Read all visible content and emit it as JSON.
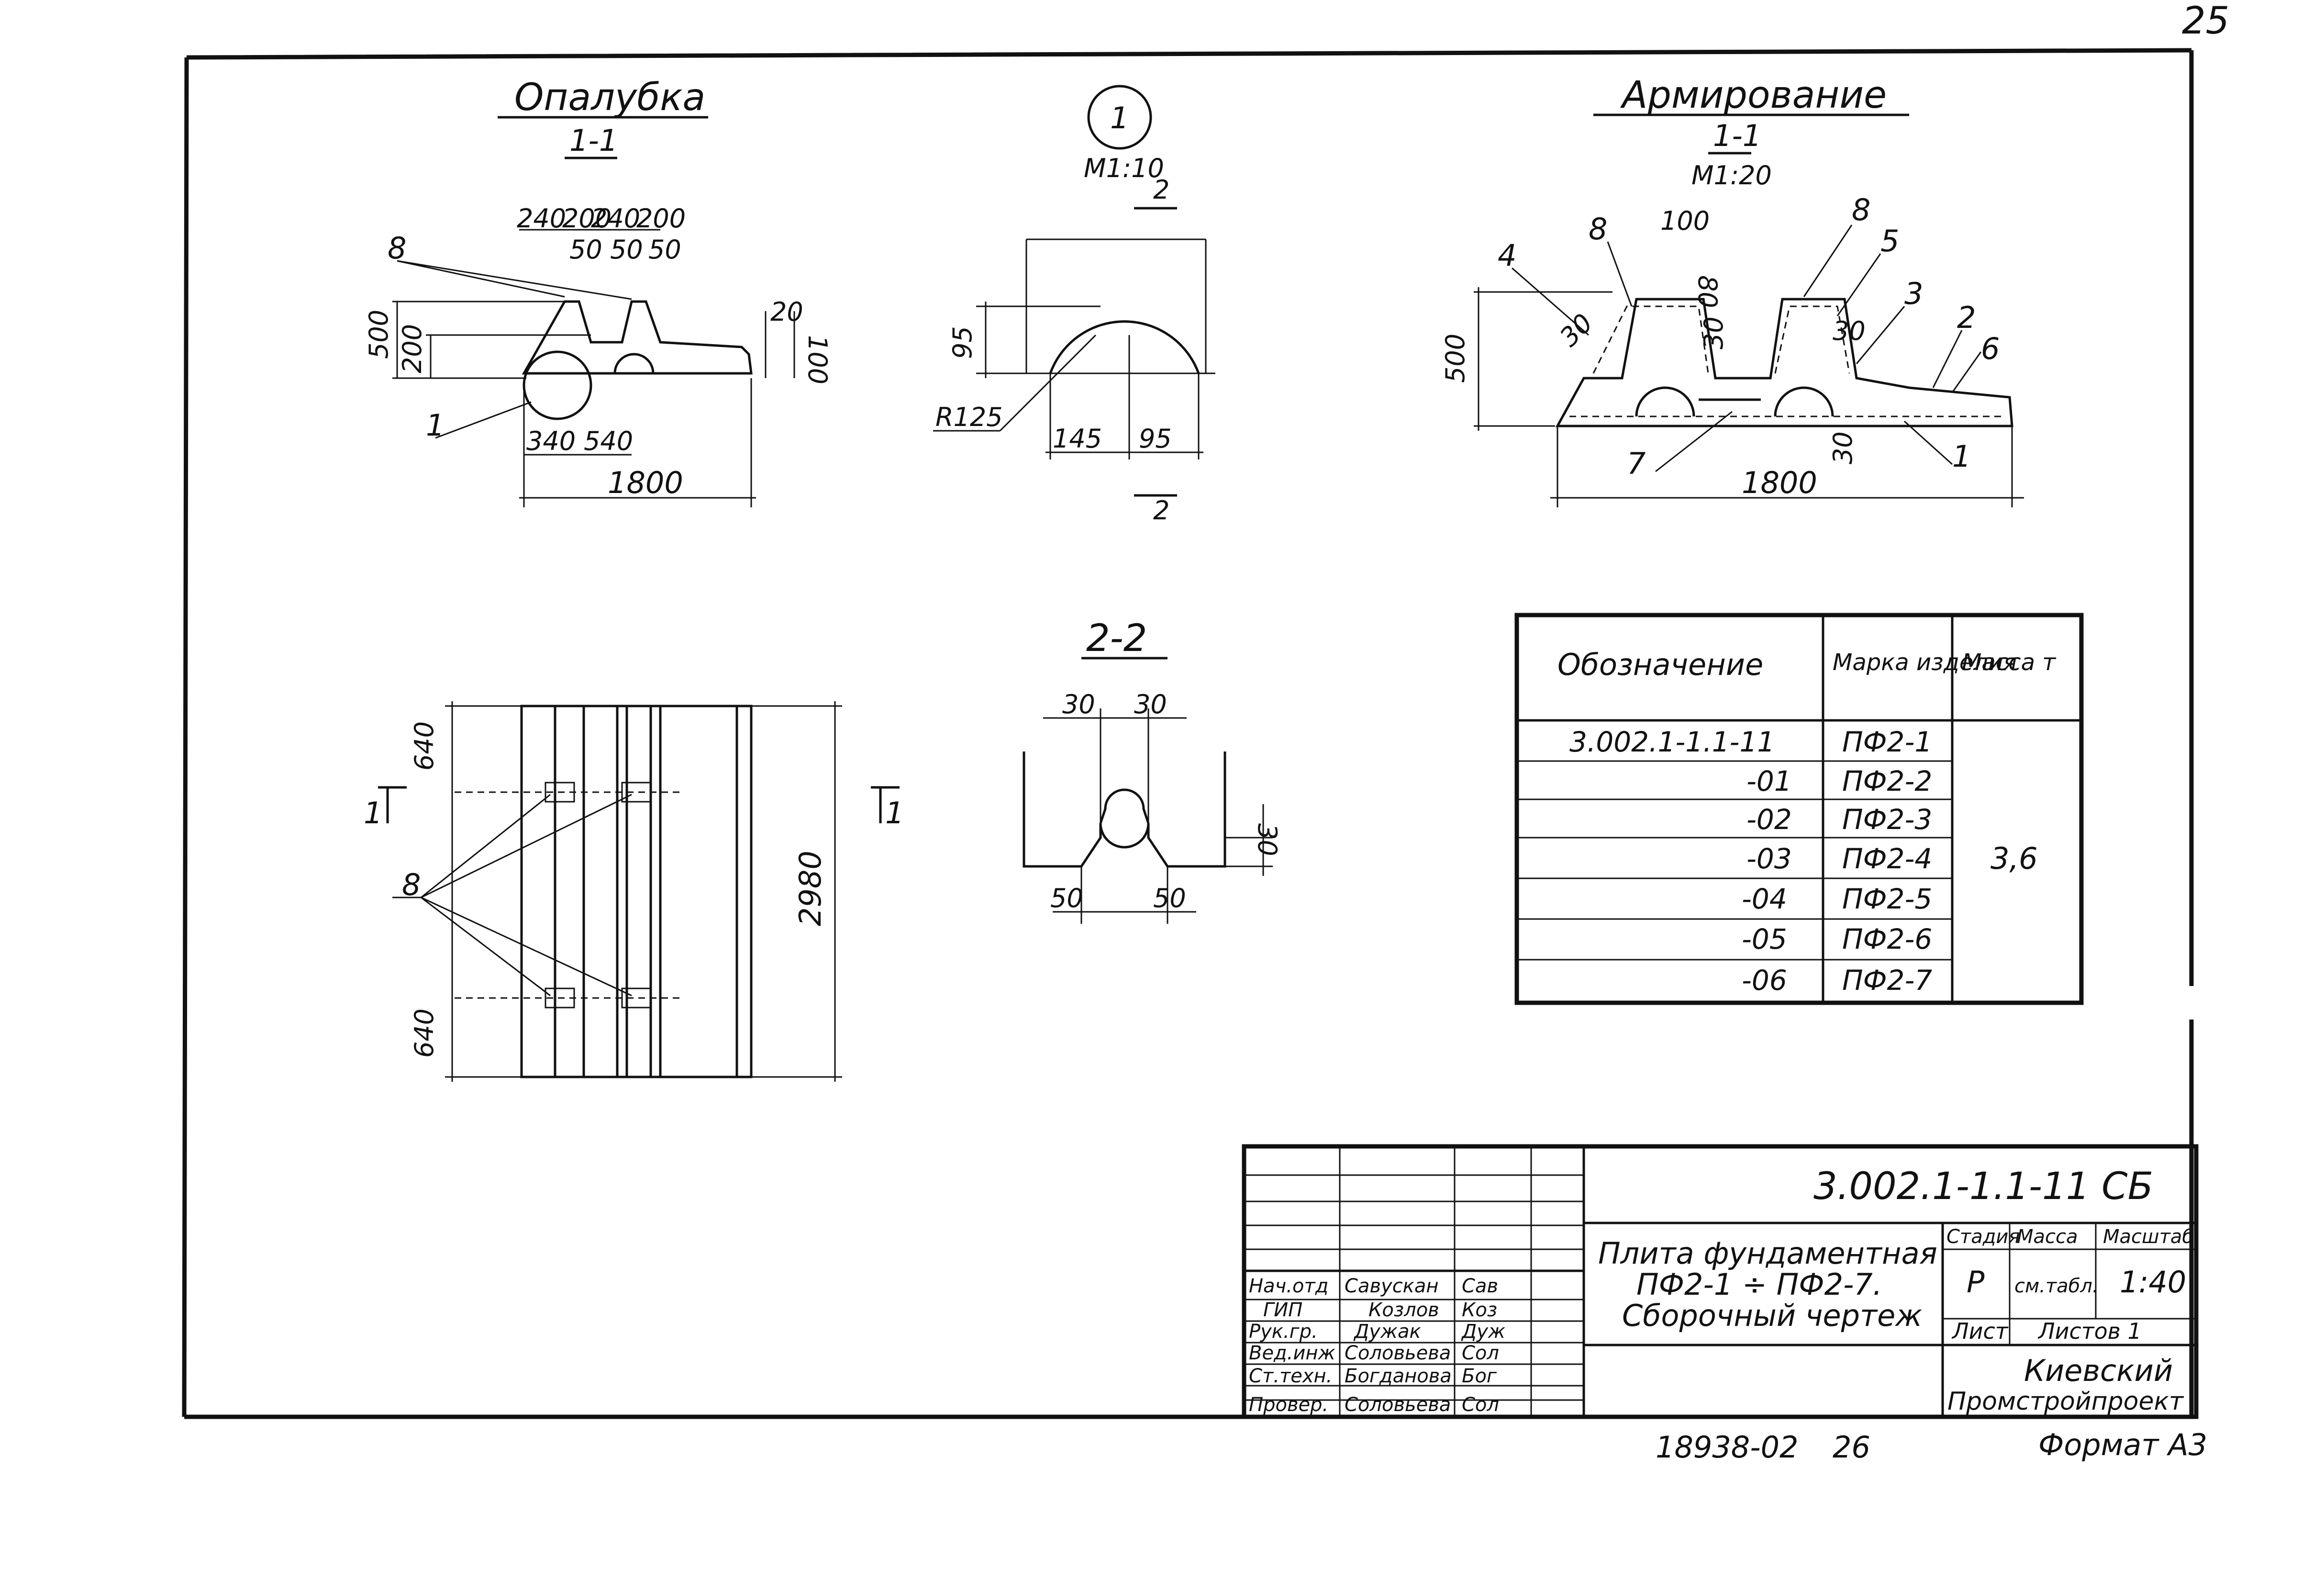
{
  "page_number": "25",
  "section_formwork": {
    "title": "Опалубка",
    "section": "1-1",
    "dims_top": [
      "240",
      "200",
      "240",
      "200"
    ],
    "dims_top2": [
      "50",
      "50",
      "50"
    ],
    "dims_left": [
      "500",
      "200"
    ],
    "dims_right": [
      "20",
      "100"
    ],
    "dims_bottom": [
      "340",
      "540"
    ],
    "overall": "1800",
    "callouts": [
      "8",
      "1"
    ]
  },
  "detail1": {
    "marker": "1",
    "scale": "М1:10",
    "cut": "2",
    "dims": [
      "95",
      "145",
      "95"
    ],
    "radius": "R125"
  },
  "section_reinf": {
    "title": "Армирование",
    "section": "1-1",
    "scale": "М1:20",
    "dims": [
      "100",
      "80",
      "30",
      "30",
      "30",
      "30",
      "500"
    ],
    "overall": "1800",
    "callouts": [
      "8",
      "4",
      "8",
      "5",
      "3",
      "2",
      "6",
      "7",
      "1"
    ]
  },
  "plan": {
    "dims": [
      "640",
      "2980",
      "640"
    ],
    "cut_left": "1",
    "cut_right": "1",
    "callout": "8"
  },
  "section22": {
    "title": "2-2",
    "dims_top": [
      "30",
      "30"
    ],
    "dims_bottom": [
      "50",
      "50"
    ],
    "dim_right": "30"
  },
  "spec_table": {
    "headers": [
      "Обозначение",
      "Марка изделия",
      "Масса т"
    ],
    "rows": [
      {
        "code": "3.002.1-1.1-11",
        "mark": "ПФ2-1"
      },
      {
        "code": "-01",
        "mark": "ПФ2-2"
      },
      {
        "code": "-02",
        "mark": "ПФ2-3"
      },
      {
        "code": "-03",
        "mark": "ПФ2-4"
      },
      {
        "code": "-04",
        "mark": "ПФ2-5"
      },
      {
        "code": "-05",
        "mark": "ПФ2-6"
      },
      {
        "code": "-06",
        "mark": "ПФ2-7"
      }
    ],
    "mass": "3,6"
  },
  "title_block": {
    "designation": "3.002.1-1.1-11 СБ",
    "name_lines": [
      "Плита фундаментная",
      "ПФ2-1 ÷ ПФ2-7.",
      "Сборочный чертеж"
    ],
    "stage_label": "Стадия",
    "mass_label": "Масса",
    "scale_label": "Масштаб",
    "stage": "Р",
    "mass": "см.табл.",
    "scale": "1:40",
    "sheet_label": "Лист",
    "sheets_label": "Листов 1",
    "org_lines": [
      "Киевский",
      "Промстройпроект"
    ],
    "signers": [
      {
        "role": "Нач.отд",
        "name": "Савускан",
        "sign": "Сав"
      },
      {
        "role": "ГИП",
        "name": "Козлов",
        "sign": "Коз"
      },
      {
        "role": "Рук.гр.",
        "name": "Дужак",
        "sign": "Дуж"
      },
      {
        "role": "Вед.инж",
        "name": "Соловьева",
        "sign": "Сол"
      },
      {
        "role": "Ст.техн.",
        "name": "Богданова",
        "sign": "Бог"
      },
      {
        "role": "Провер.",
        "name": "Соловьева",
        "sign": "Сол"
      }
    ]
  },
  "footer": {
    "archive": "18938-02",
    "page": "26",
    "format": "Формат А3"
  }
}
